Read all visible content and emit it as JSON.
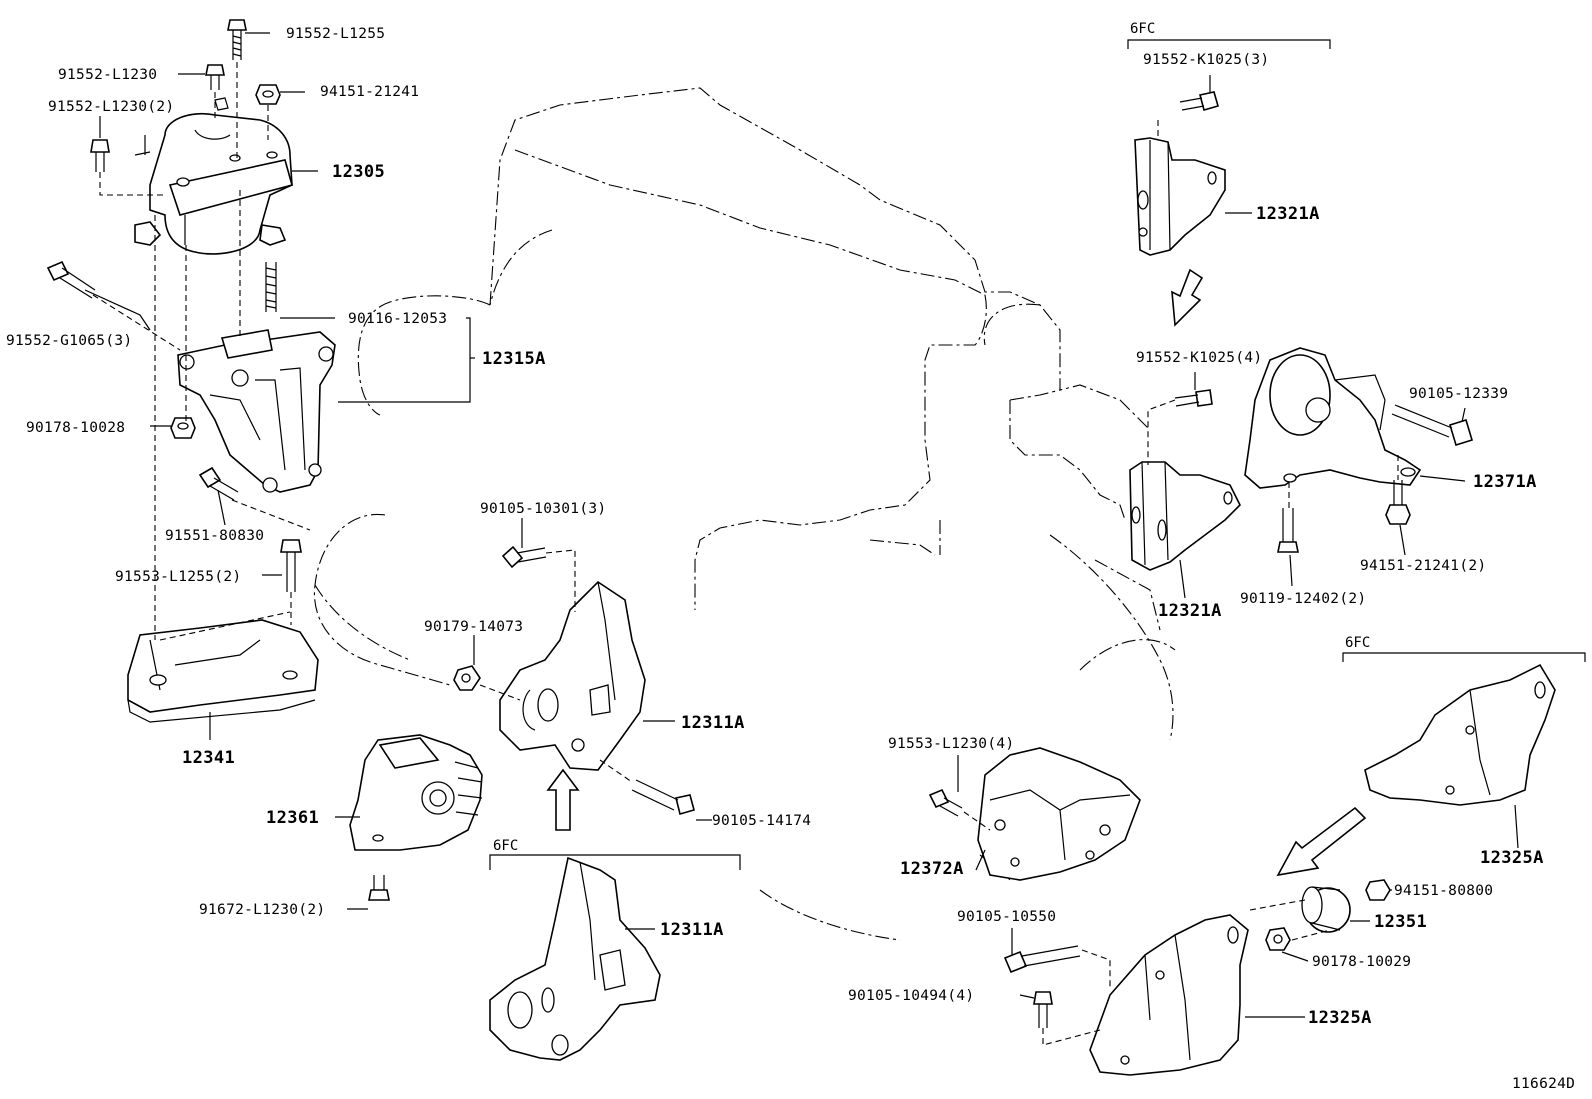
{
  "labels": {
    "l_91552_L1255": "91552-L1255",
    "l_91552_L1230": "91552-L1230",
    "l_94151_21241": "94151-21241",
    "l_91552_L1230_2": "91552-L1230(2)",
    "l_12305": "12305",
    "l_91552_G1065_3": "91552-G1065(3)",
    "l_90116_12053": "90116-12053",
    "l_12315A": "12315A",
    "l_90178_10028": "90178-10028",
    "l_91551_80830": "91551-80830",
    "l_91553_L1255_2": "91553-L1255(2)",
    "l_12341": "12341",
    "l_90105_10301_3": "90105-10301(3)",
    "l_90179_14073": "90179-14073",
    "l_12311A_1": "12311A",
    "l_12361": "12361",
    "l_90105_14174": "90105-14174",
    "l_91672_L1230_2": "91672-L1230(2)",
    "l_6FC_bottom": "6FC",
    "l_12311A_2": "12311A",
    "l_6FC_top": "6FC",
    "l_91552_K1025_3": "91552-K1025(3)",
    "l_12321A_1": "12321A",
    "l_91552_K1025_4": "91552-K1025(4)",
    "l_90105_12339": "90105-12339",
    "l_12371A": "12371A",
    "l_12321A_2": "12321A",
    "l_90119_12402_2": "90119-12402(2)",
    "l_94151_21241_2": "94151-21241(2)",
    "l_6FC_right": "6FC",
    "l_91553_L1230_4": "91553-L1230(4)",
    "l_12372A": "12372A",
    "l_12325A_1": "12325A",
    "l_94151_80800": "94151-80800",
    "l_12351": "12351",
    "l_90105_10550": "90105-10550",
    "l_90178_10029": "90178-10029",
    "l_90105_10494_4": "90105-10494(4)",
    "l_12325A_2": "12325A",
    "l_116624D": "116624D"
  }
}
